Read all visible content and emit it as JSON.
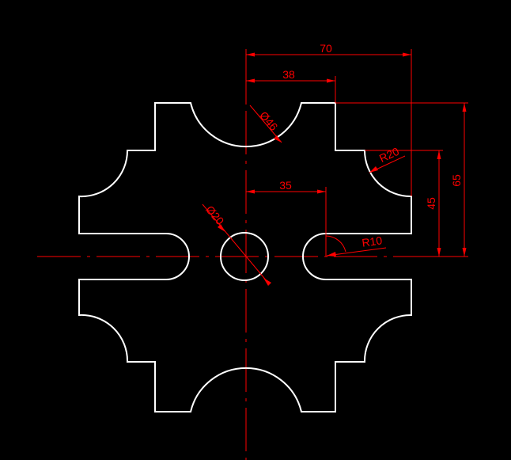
{
  "colors": {
    "background": "#000000",
    "outline": "#ffffff",
    "dimension": "#ff0000"
  },
  "dimensions": {
    "width_70": "70",
    "width_38": "38",
    "width_35": "35",
    "height_65": "65",
    "height_45": "45",
    "radius_20": "R20",
    "radius_10": "R10",
    "diameter_46": "Ø46",
    "diameter_20": "Ø20"
  }
}
